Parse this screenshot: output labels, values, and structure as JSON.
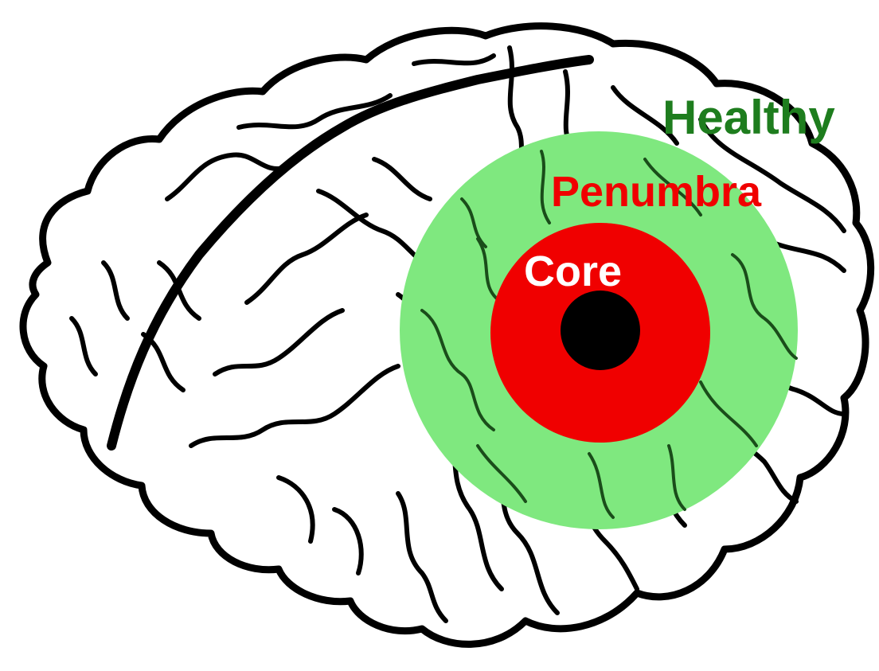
{
  "labels": {
    "healthy": "Healthy",
    "penumbra": "Penumbra",
    "core": "Core"
  },
  "colors": {
    "background": "#ffffff",
    "outline": "#000000",
    "healthy_text": "#1e7d1e",
    "penumbra_zone": "#7fe87f",
    "penumbra_text": "#f00000",
    "core_zone": "#f00000",
    "core_text": "#ffffff",
    "infarct_center": "#000000"
  }
}
